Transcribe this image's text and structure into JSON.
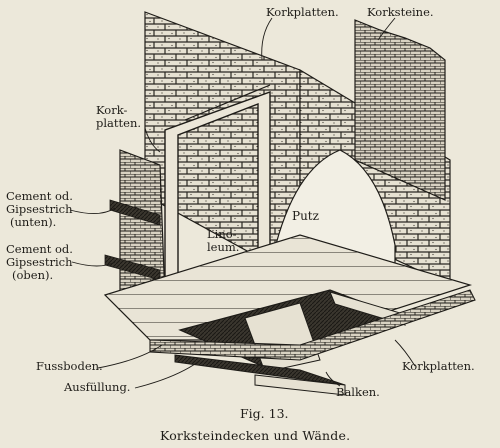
{
  "figure": {
    "number": "Fig. 13.",
    "caption": "Korksteindecken und Wände."
  },
  "labels": {
    "korkplatten_top": "Korkplatten.",
    "korksteine": "Korksteine.",
    "korkplatten_left_1": "Kork-",
    "korkplatten_left_2": "platten.",
    "cement_unten_1": "Cement od.",
    "cement_unten_2": "Gipsestrich",
    "cement_unten_3": "(unten).",
    "cement_oben_1": "Cement od.",
    "cement_oben_2": "Gipsestrich",
    "cement_oben_3": "(oben).",
    "linoleum_1": "Lino-",
    "linoleum_2": "leum.",
    "putz": "Putz",
    "fussboden": "Fussboden.",
    "ausfuellung": "Ausfüllung.",
    "korkplatten_bottom": "Korkplatten.",
    "balken": "Balken."
  }
}
